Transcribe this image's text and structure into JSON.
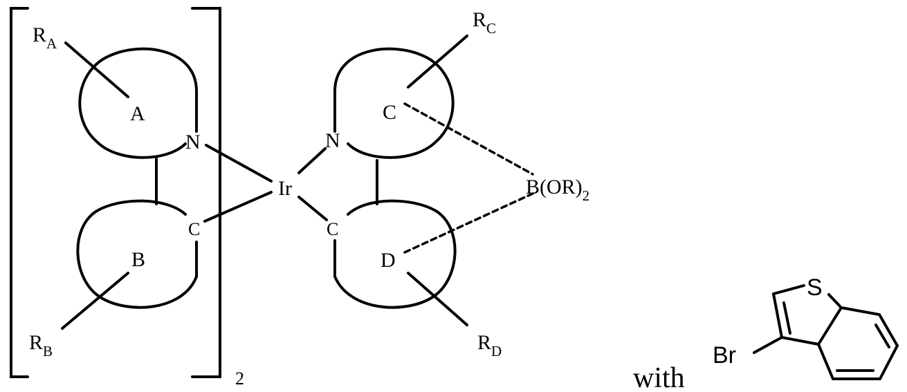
{
  "scheme": {
    "left_complex": {
      "ring_a_label": "A",
      "ring_b_label": "B",
      "n_label": "N",
      "c_label": "C",
      "ra_main": "R",
      "ra_sub": "A",
      "rb_main": "R",
      "rb_sub": "B",
      "bracket_subscript": "2"
    },
    "metal_label": "Ir",
    "right_ligand": {
      "ring_c_label": "C",
      "ring_d_label": "D",
      "n_label": "N",
      "c_label": "C",
      "rc_main": "R",
      "rc_sub": "C",
      "rd_main": "R",
      "rd_sub": "D",
      "boron_group": "B(OR)",
      "boron_subscript": "2"
    },
    "with_text": "with",
    "reagent": {
      "s_label": "S",
      "br_label": "Br"
    }
  },
  "colors": {
    "ink": "#000000",
    "background": "#ffffff"
  }
}
